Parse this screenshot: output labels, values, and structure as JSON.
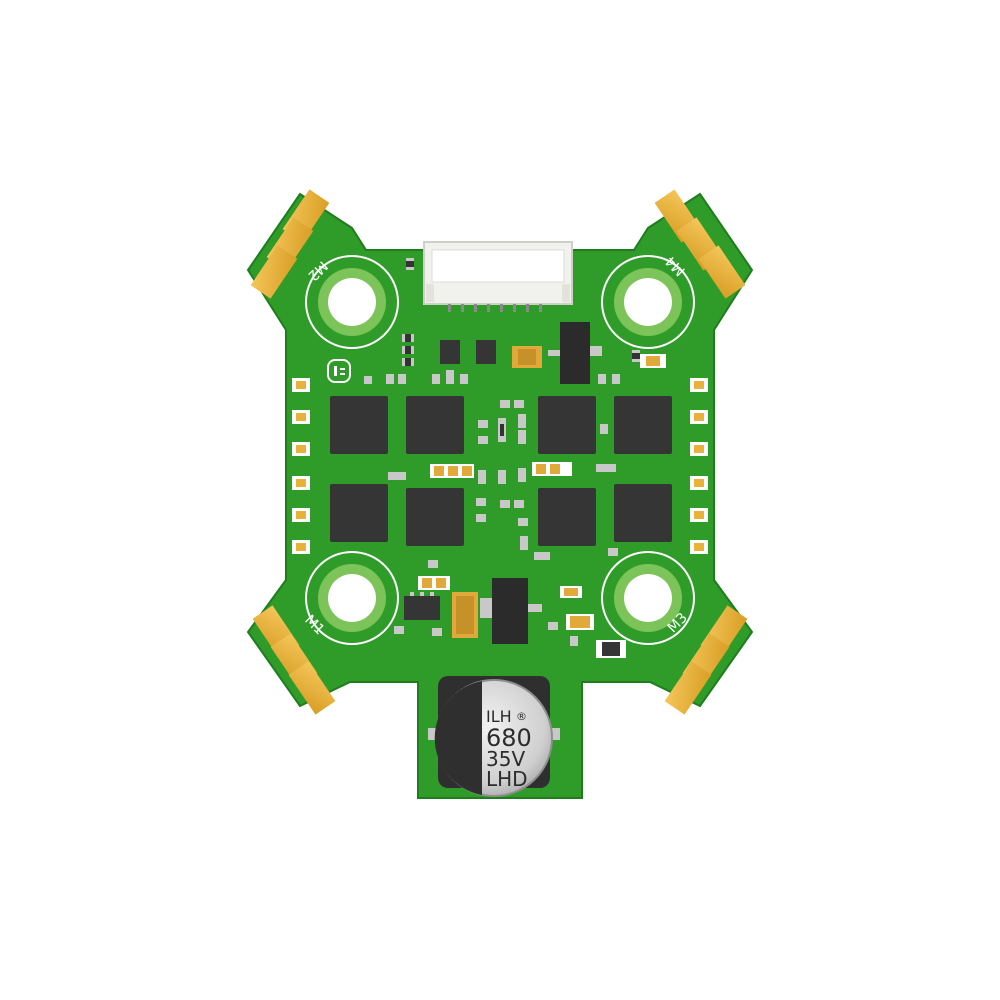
{
  "board": {
    "motor_labels": {
      "m1": "M1",
      "m2": "M2",
      "m3": "M3",
      "m4": "M4"
    },
    "logo_icon": "iflight-logo-icon",
    "colors": {
      "pcb": "#2f9c2a",
      "pcb_edge": "#248a22",
      "pad": "#e8b23a",
      "chip": "#353535",
      "silkscreen": "#ffffff"
    }
  },
  "capacitor": {
    "brand": "ILH",
    "registered_mark": "®",
    "value": "680",
    "voltage": "35V",
    "series": "LHD"
  }
}
